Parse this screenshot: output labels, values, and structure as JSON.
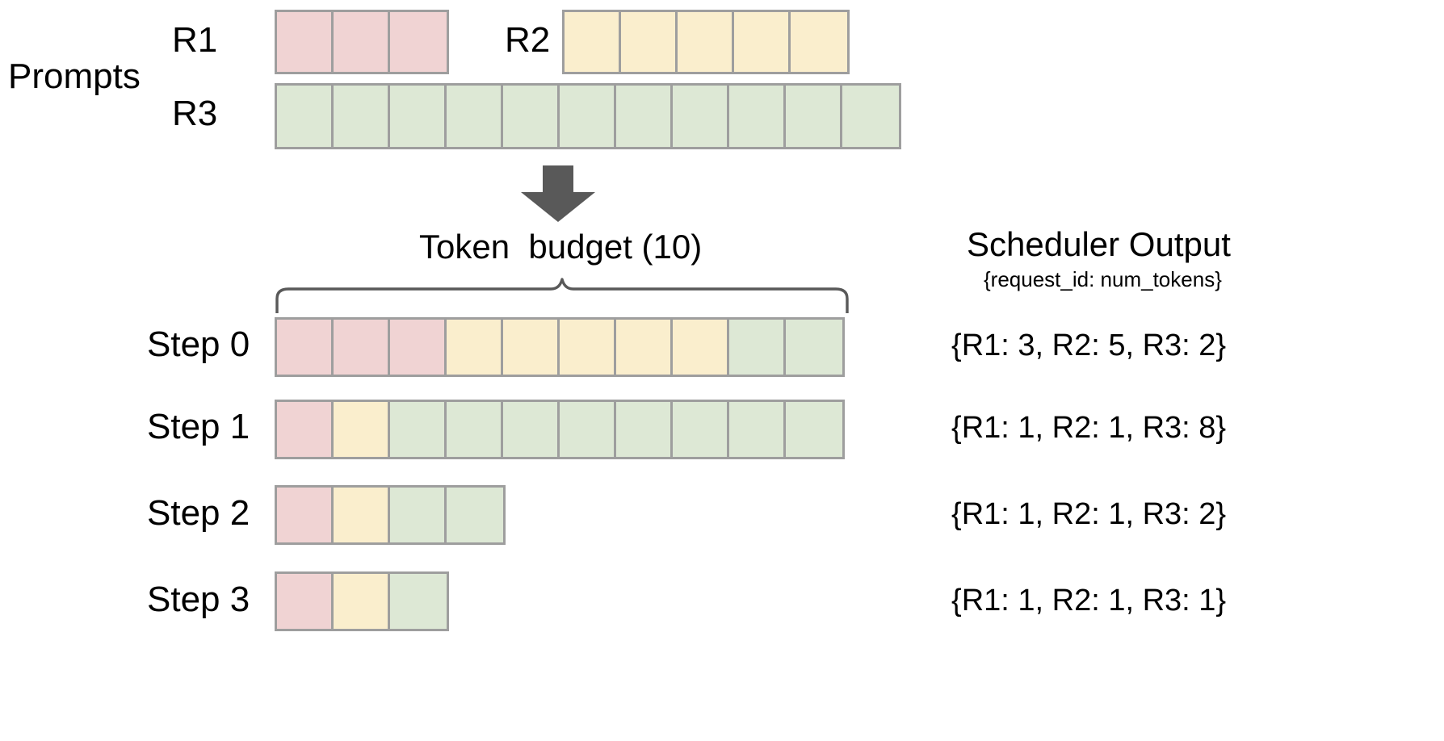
{
  "prompts": {
    "section_label": "Prompts",
    "rows": [
      {
        "id": "R1",
        "label": "R1",
        "tokens": 3,
        "color_key": "pink"
      },
      {
        "id": "R2",
        "label": "R2",
        "tokens": 5,
        "color_key": "yellow"
      },
      {
        "id": "R3",
        "label": "R3",
        "tokens": 11,
        "color_key": "green"
      }
    ]
  },
  "flow": {
    "arrow_icon": "down-arrow-icon",
    "arrow_color": "#595959"
  },
  "budget": {
    "label": "Token  budget (10)",
    "value": 10,
    "brace_icon": "curly-brace-icon"
  },
  "scheduler": {
    "title": "Scheduler Output",
    "subtitle": "{request_id: num_tokens}"
  },
  "steps": [
    {
      "label": "Step 0",
      "output": "{R1: 3, R2: 5, R3: 2}",
      "segments": [
        {
          "color_key": "pink",
          "count": 3
        },
        {
          "color_key": "yellow",
          "count": 5
        },
        {
          "color_key": "green",
          "count": 2
        }
      ]
    },
    {
      "label": "Step 1",
      "output": "{R1: 1, R2: 1, R3: 8}",
      "segments": [
        {
          "color_key": "pink",
          "count": 1
        },
        {
          "color_key": "yellow",
          "count": 1
        },
        {
          "color_key": "green",
          "count": 8
        }
      ]
    },
    {
      "label": "Step 2",
      "output": "{R1: 1, R2: 1, R3: 2}",
      "segments": [
        {
          "color_key": "pink",
          "count": 1
        },
        {
          "color_key": "yellow",
          "count": 1
        },
        {
          "color_key": "green",
          "count": 2
        }
      ]
    },
    {
      "label": "Step 3",
      "output": "{R1: 1, R2: 1, R3: 1}",
      "segments": [
        {
          "color_key": "pink",
          "count": 1
        },
        {
          "color_key": "yellow",
          "count": 1
        },
        {
          "color_key": "green",
          "count": 1
        }
      ]
    }
  ],
  "colors": {
    "pink": "#f0d3d3",
    "yellow": "#faeecd",
    "green": "#dde8d5",
    "cell_border": "#9e9e9e",
    "arrow": "#595959",
    "brace": "#595959",
    "text": "#000000",
    "background": "#ffffff"
  }
}
